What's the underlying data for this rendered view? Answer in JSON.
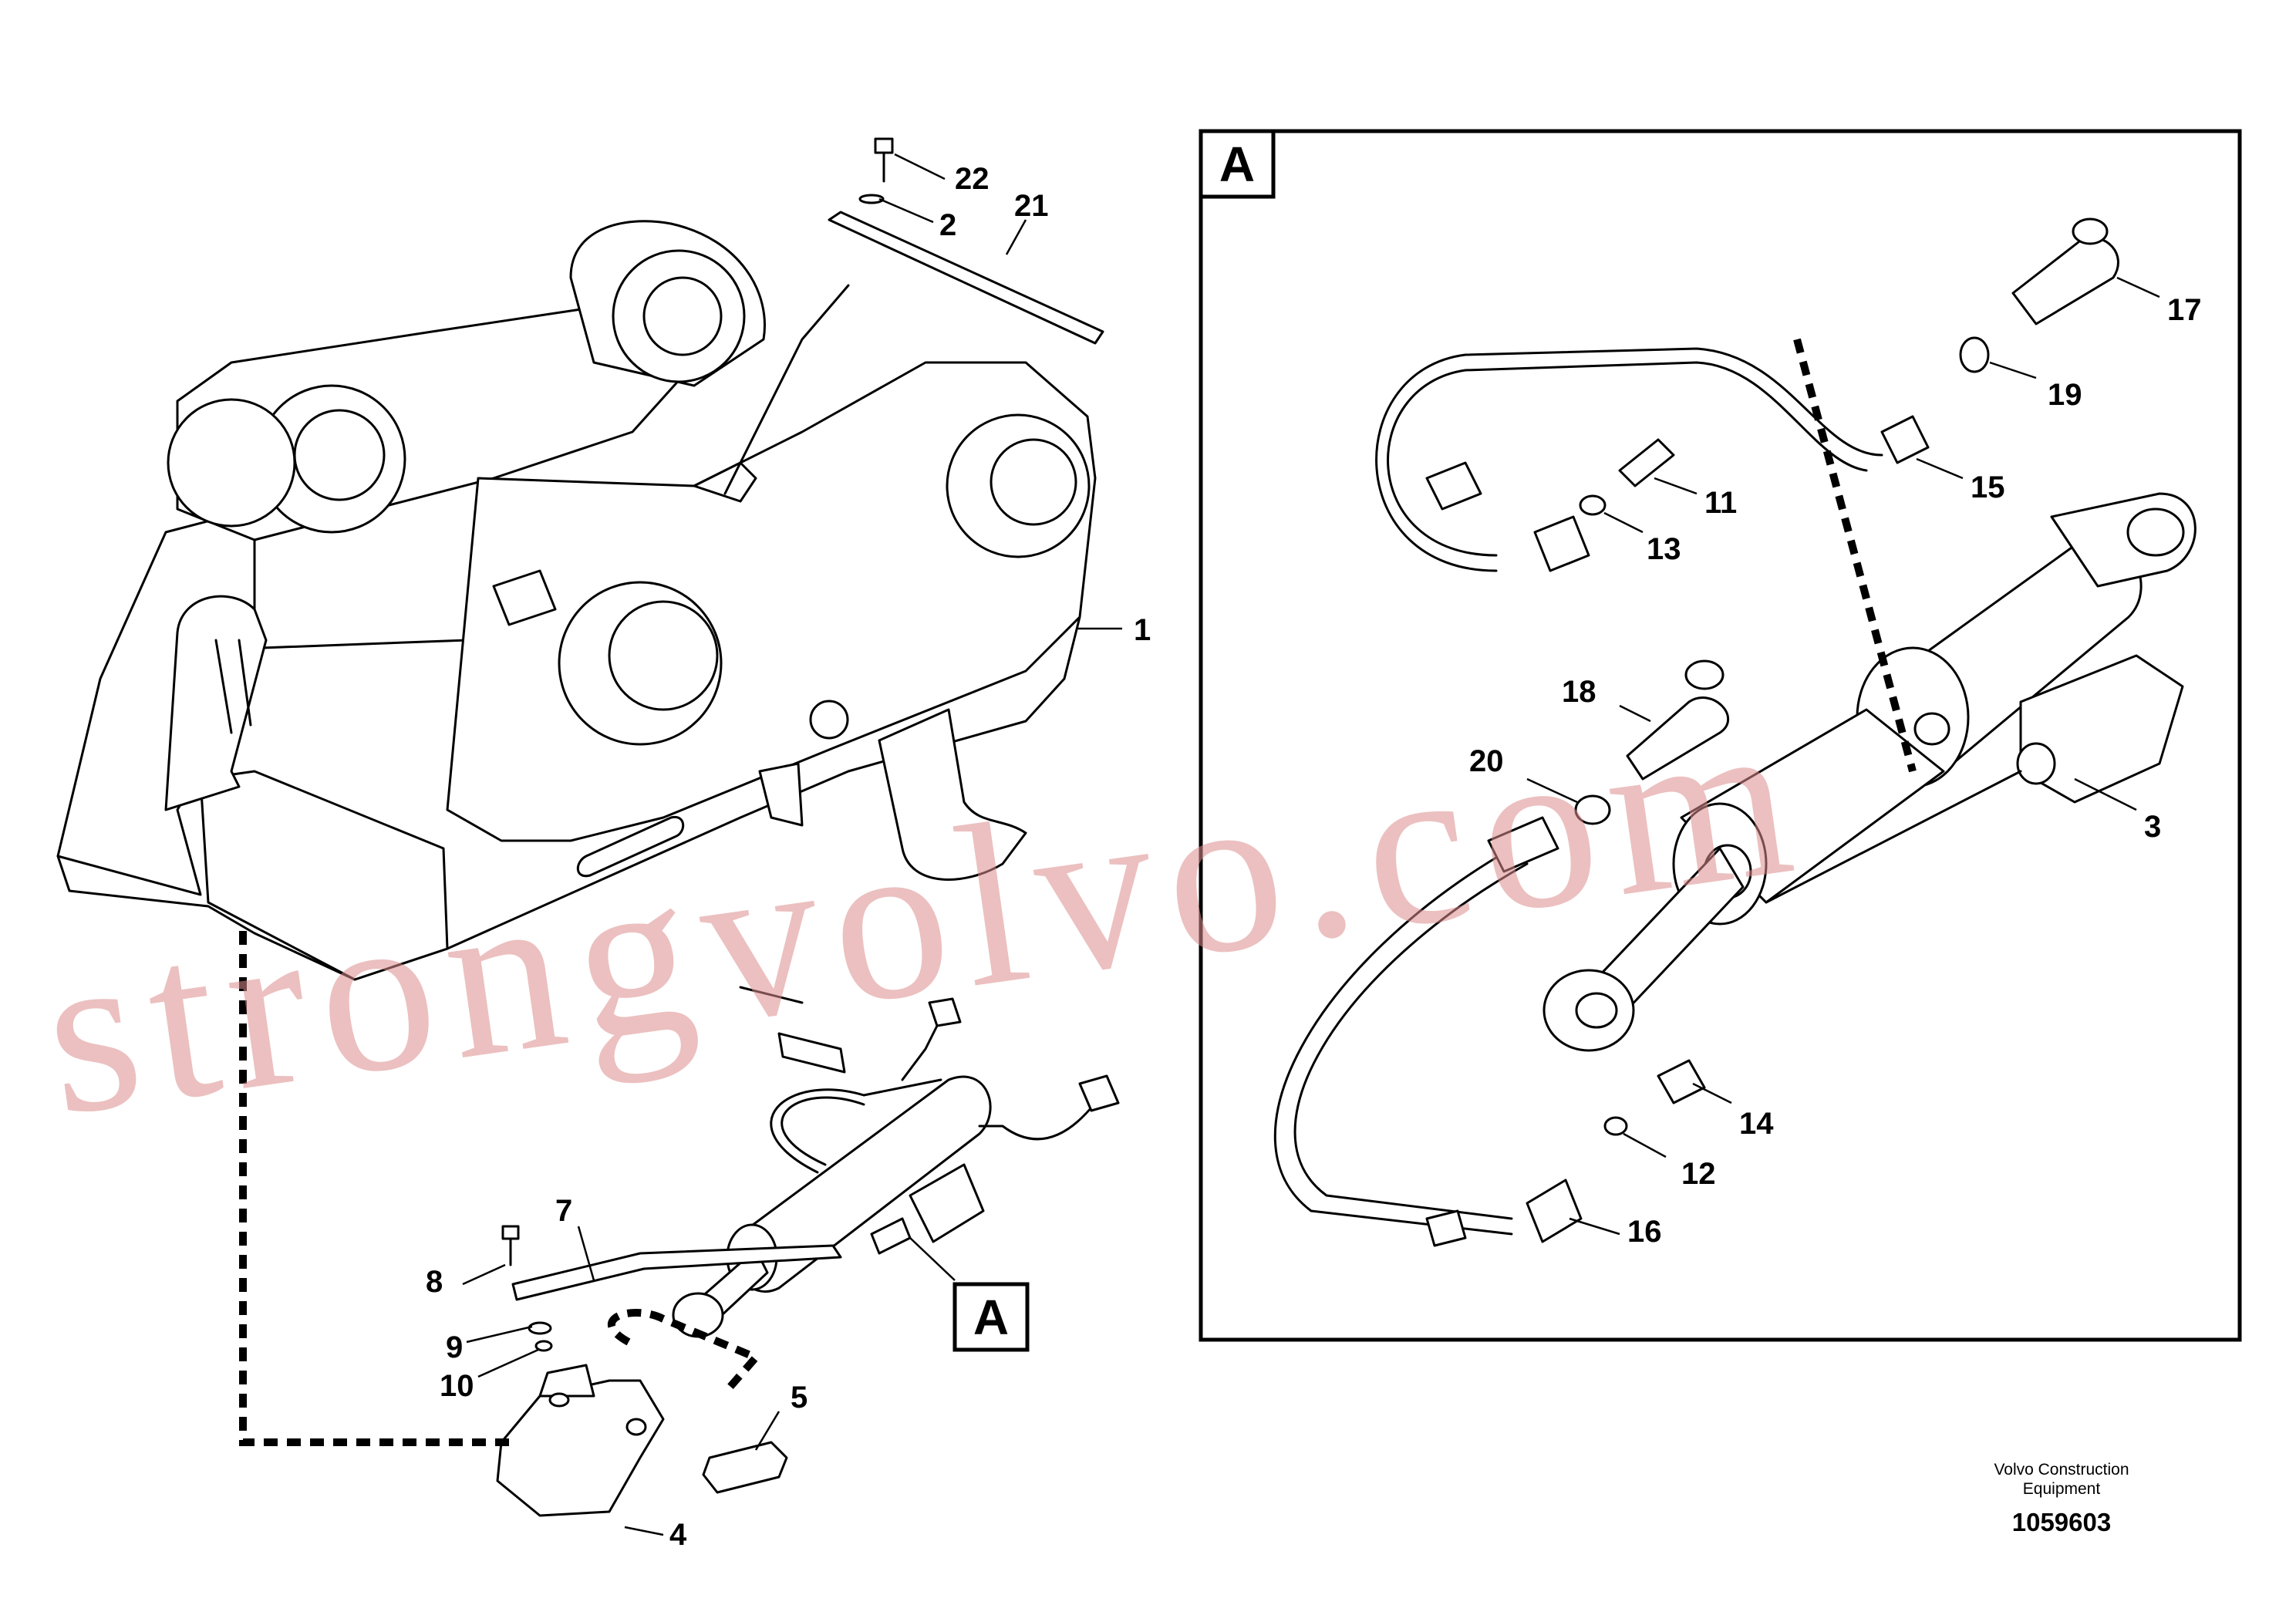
{
  "parts": [
    "1",
    "2",
    "3",
    "4",
    "5",
    "7",
    "8",
    "9",
    "10",
    "11",
    "12",
    "13",
    "14",
    "15",
    "16",
    "17",
    "18",
    "19",
    "20",
    "21",
    "22"
  ],
  "detail_view": {
    "marker": "A",
    "callout": "A"
  },
  "watermark": "strongvolvo.com",
  "footer": {
    "company_line1": "Volvo Construction",
    "company_line2": "Equipment",
    "document_number": "1059603"
  }
}
